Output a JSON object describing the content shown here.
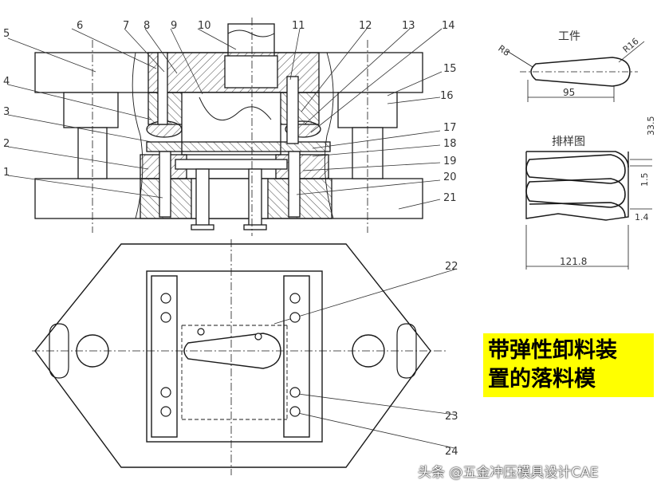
{
  "title": {
    "line1": "带弹性卸料装",
    "line2": "置的落料模"
  },
  "watermark": "头条 @五金冲压模具设计CAE",
  "part_numbers": [
    "1",
    "2",
    "3",
    "4",
    "5",
    "6",
    "7",
    "8",
    "9",
    "10",
    "11",
    "12",
    "13",
    "14",
    "15",
    "16",
    "17",
    "18",
    "19",
    "20",
    "21",
    "22",
    "23",
    "24"
  ],
  "workpiece": {
    "label": "工件",
    "radius_small": "R8",
    "radius_large": "R16",
    "length": "95"
  },
  "layout": {
    "label": "排样图",
    "pitch": "33.5",
    "gap_step": "1.5",
    "edge": "1.4",
    "width": "121.8"
  },
  "colors": {
    "line": "#1a1a1a",
    "hatch": "#555555",
    "title_bg": "#ffff00"
  }
}
